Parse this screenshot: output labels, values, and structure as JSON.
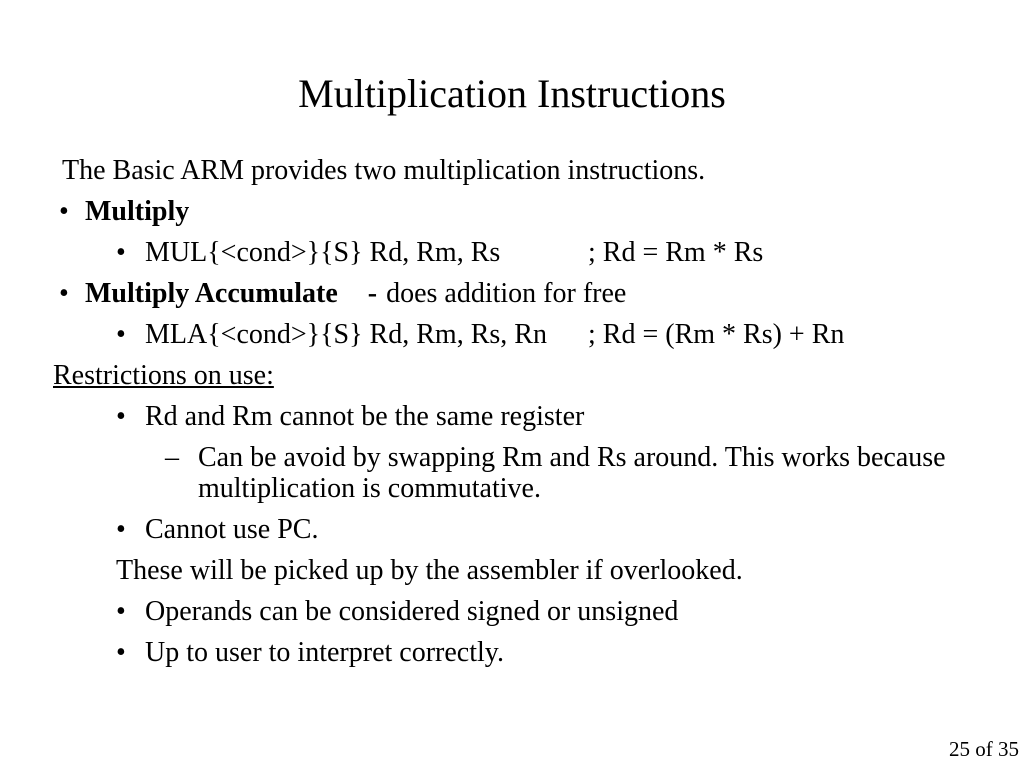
{
  "slide": {
    "title": "Multiplication Instructions",
    "colors": {
      "background": "#ffffff",
      "text": "#000000"
    },
    "body": {
      "intro": {
        "text": "The Basic ARM provides two multiplication instructions."
      },
      "multiply": {
        "bullet": "•",
        "label": "Multiply"
      },
      "mul_syntax": {
        "bullet": "•",
        "code": "MUL{<cond>}{S} Rd, Rm, Rs",
        "comment": "; Rd = Rm * Rs"
      },
      "multiply_accumulate": {
        "bullet": "•",
        "label": "Multiply Accumulate",
        "dash": "-",
        "description": "does addition for free"
      },
      "mla_syntax": {
        "bullet": "•",
        "code": "MLA{<cond>}{S} Rd, Rm, Rs, Rn",
        "comment": "; Rd = (Rm * Rs) + Rn"
      },
      "restrictions_heading": {
        "text": "Restrictions on use:"
      },
      "restriction_same_register": {
        "bullet": "•",
        "text": "Rd and Rm cannot be the same register"
      },
      "swap_note": {
        "bullet": "–",
        "text": "Can be avoid by swapping Rm and Rs around. This works because multiplication is commutative."
      },
      "restriction_pc": {
        "bullet": "•",
        "text": "Cannot use PC."
      },
      "assembler_note": {
        "text": "These will be picked up by the assembler if overlooked."
      },
      "operands_note": {
        "bullet": "•",
        "text": "Operands can be considered signed or unsigned"
      },
      "interpret_note": {
        "bullet": "•",
        "text": "Up to user to interpret correctly."
      }
    },
    "footer": {
      "page_indicator": "25 of 35"
    }
  }
}
